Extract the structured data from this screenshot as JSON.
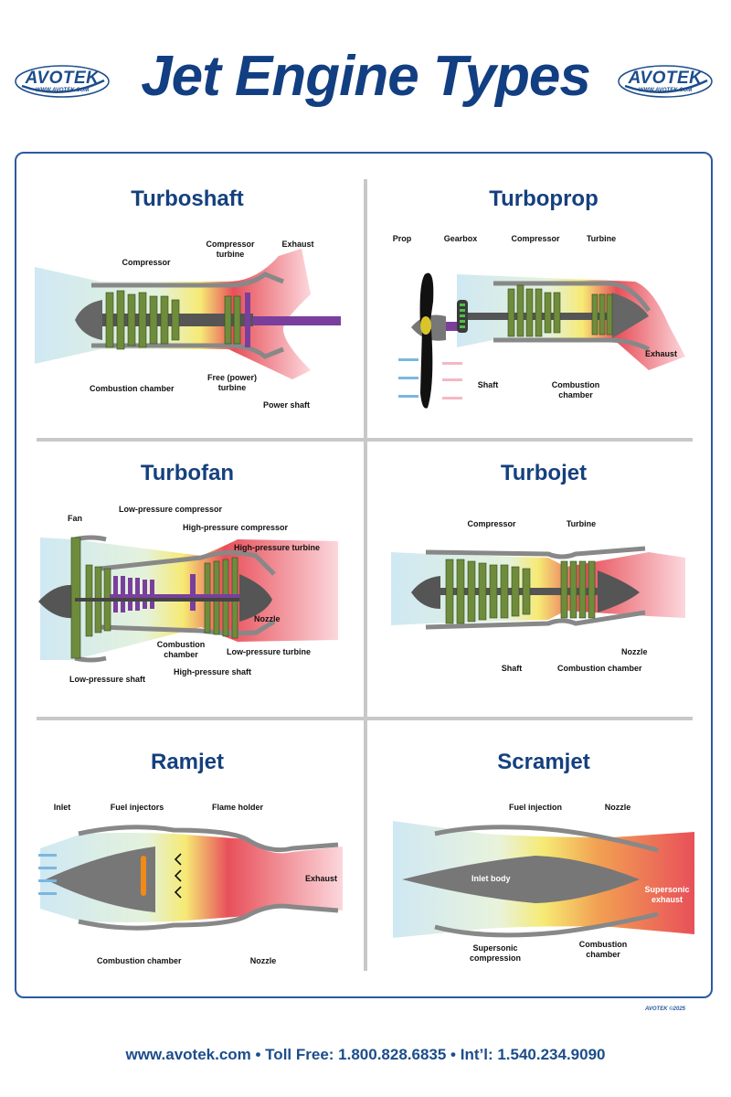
{
  "header": {
    "title": "Jet Engine Types",
    "logo_text": "AVOTEK",
    "logo_url": "WWW.AVOTEK.COM"
  },
  "panels": {
    "turboshaft": {
      "title": "Turboshaft",
      "labels": {
        "compressor": "Compressor",
        "compressor_turbine": "Compressor\nturbine",
        "exhaust": "Exhaust",
        "combustion_chamber": "Combustion chamber",
        "free_turbine": "Free (power)\nturbine",
        "power_shaft": "Power shaft"
      }
    },
    "turboprop": {
      "title": "Turboprop",
      "labels": {
        "prop": "Prop",
        "gearbox": "Gearbox",
        "compressor": "Compressor",
        "turbine": "Turbine",
        "exhaust": "Exhaust",
        "shaft": "Shaft",
        "combustion_chamber": "Combustion\nchamber"
      }
    },
    "turbofan": {
      "title": "Turbofan",
      "labels": {
        "fan": "Fan",
        "lp_compressor": "Low-pressure compressor",
        "hp_compressor": "High-pressure compressor",
        "hp_turbine": "High-pressure turbine",
        "nozzle": "Nozzle",
        "combustion_chamber": "Combustion\nchamber",
        "lp_turbine": "Low-pressure turbine",
        "hp_shaft": "High-pressure shaft",
        "lp_shaft": "Low-pressure shaft"
      }
    },
    "turbojet": {
      "title": "Turbojet",
      "labels": {
        "compressor": "Compressor",
        "turbine": "Turbine",
        "nozzle": "Nozzle",
        "shaft": "Shaft",
        "combustion_chamber": "Combustion chamber"
      }
    },
    "ramjet": {
      "title": "Ramjet",
      "labels": {
        "inlet": "Inlet",
        "fuel_injectors": "Fuel injectors",
        "flame_holder": "Flame holder",
        "exhaust": "Exhaust",
        "combustion_chamber": "Combustion chamber",
        "nozzle": "Nozzle"
      }
    },
    "scramjet": {
      "title": "Scramjet",
      "labels": {
        "fuel_injection": "Fuel injection",
        "nozzle": "Nozzle",
        "inlet_body": "Inlet body",
        "supersonic_exhaust": "Supersonic\nexhaust",
        "supersonic_compression": "Supersonic\ncompression",
        "combustion_chamber": "Combustion\nchamber"
      }
    }
  },
  "copyright": "AVOTEK ©2025",
  "footer": "www.avotek.com • Toll Free: 1.800.828.6835 • Int’l: 1.540.234.9090",
  "colors": {
    "title_blue": "#123e82",
    "compressor_green": "#6f8c3d",
    "hot_red": "#e8505a",
    "combustion_yellow": "#f7e53a",
    "intake_blue": "#cfe8f3",
    "shaft_purple": "#7a3f9c"
  }
}
